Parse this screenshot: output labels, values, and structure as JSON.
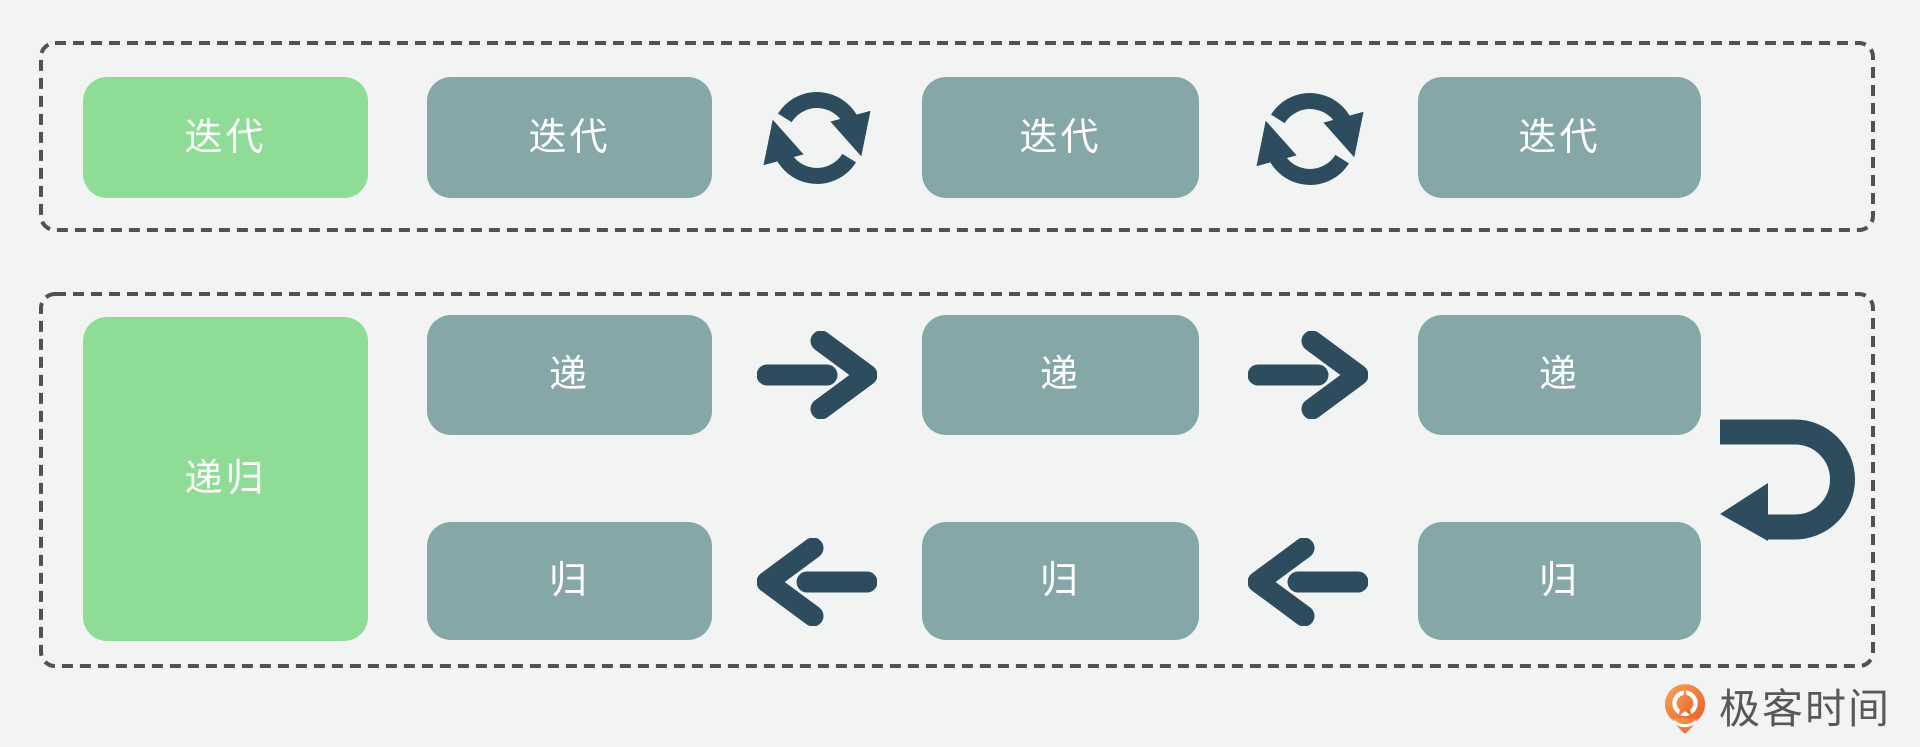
{
  "page": {
    "background": "#f2f4f3",
    "description_icons": [
      "cycle-refresh-icon",
      "arrow-right-icon",
      "arrow-left-icon",
      "u-turn-arrow-icon",
      "geektime-pin-icon"
    ]
  },
  "colors": {
    "highlight_green": "#8edc96",
    "step_teal": "#86a7a7",
    "connector_dark": "#2d4d5f",
    "dashed_border": "#515151",
    "box_text": "#ffffff",
    "logo_orange": "#ed6c2b",
    "logo_text_color": "#57585a"
  },
  "iteration_panel": {
    "highlight_label": "迭代",
    "steps": [
      "迭代",
      "迭代",
      "迭代"
    ],
    "connector_icon": "cycle-refresh"
  },
  "recursion_panel": {
    "highlight_label": "递归",
    "forward_steps": [
      "递",
      "递",
      "递"
    ],
    "return_steps": [
      "归",
      "归",
      "归"
    ],
    "forward_connector_icon": "arrow-right",
    "return_connector_icon": "arrow-left",
    "turn_connector_icon": "u-turn-arrow"
  },
  "branding": {
    "logo_text": "极客时间",
    "logo_icon": "geektime-pin"
  }
}
